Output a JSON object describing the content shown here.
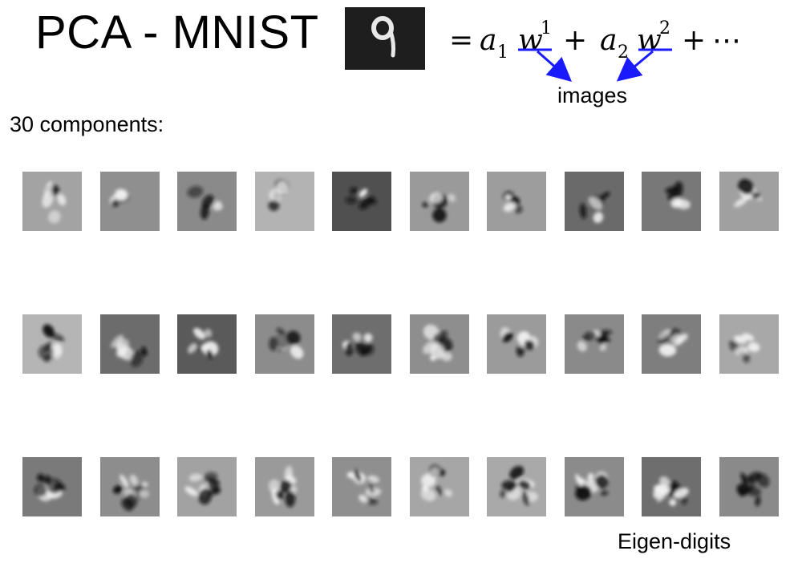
{
  "slide": {
    "title": "PCA - MNIST",
    "equation": {
      "eq": "=",
      "a": "a",
      "w": "w",
      "sub1": "1",
      "sup1": "1",
      "sub2": "2",
      "sup2": "2",
      "plus": "+",
      "ellipsis": "⋯"
    },
    "arrow_label": "images",
    "subtitle": "30 components:",
    "caption": "Eigen-digits",
    "digit_image_icon": "handwritten-digit-9-image",
    "colors": {
      "arrow": "#1a1aff",
      "digit_bg": "#1e1e1e",
      "digit_stroke": "#e8e8e8"
    }
  },
  "components": {
    "rows": [
      {
        "tiles": [
          {
            "bg": "#a3a3a3"
          },
          {
            "bg": "#8f8f8f"
          },
          {
            "bg": "#8a8a8a"
          },
          {
            "bg": "#b3b3b3"
          },
          {
            "bg": "#505050"
          },
          {
            "bg": "#9a9a9a"
          },
          {
            "bg": "#9d9d9d"
          },
          {
            "bg": "#6a6a6a"
          },
          {
            "bg": "#787878"
          },
          {
            "bg": "#a0a0a0"
          }
        ]
      },
      {
        "tiles": [
          {
            "bg": "#b5b5b5"
          },
          {
            "bg": "#6c6c6c"
          },
          {
            "bg": "#5a5a5a"
          },
          {
            "bg": "#8c8c8c"
          },
          {
            "bg": "#6e6e6e"
          },
          {
            "bg": "#8e8e8e"
          },
          {
            "bg": "#9b9b9b"
          },
          {
            "bg": "#8a8a8a"
          },
          {
            "bg": "#7e7e7e"
          },
          {
            "bg": "#a8a8a8"
          }
        ]
      },
      {
        "tiles": [
          {
            "bg": "#7a7a7a"
          },
          {
            "bg": "#8d8d8d"
          },
          {
            "bg": "#a2a2a2"
          },
          {
            "bg": "#9a9a9a"
          },
          {
            "bg": "#8f8f8f"
          },
          {
            "bg": "#a6a6a6"
          },
          {
            "bg": "#a9a9a9"
          },
          {
            "bg": "#8b8b8b"
          },
          {
            "bg": "#6e6e6e"
          },
          {
            "bg": "#8a8a8a"
          }
        ]
      }
    ]
  }
}
